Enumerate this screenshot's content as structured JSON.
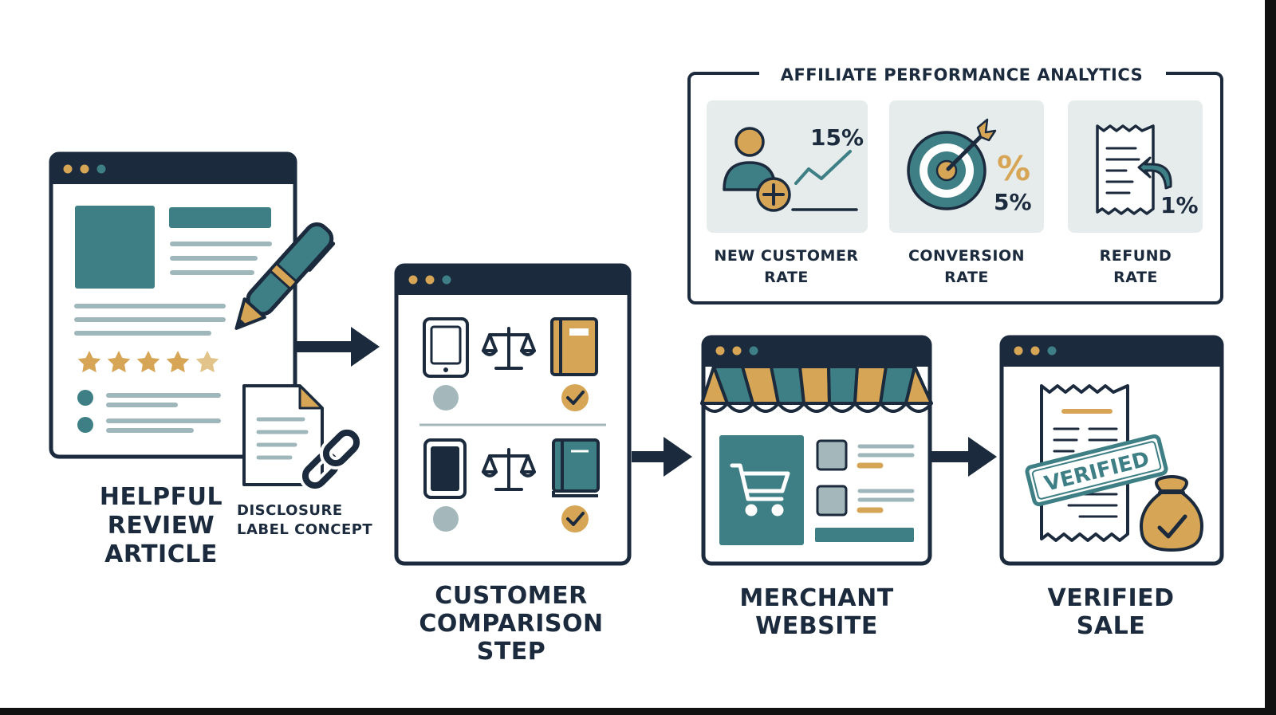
{
  "analytics": {
    "title": "AFFILIATE PERFORMANCE ANALYTICS",
    "metrics": [
      {
        "line1": "NEW CUSTOMER",
        "line2": "RATE",
        "value": "15%"
      },
      {
        "line1": "CONVERSION",
        "line2": "RATE",
        "value": "5%",
        "symbol": "%"
      },
      {
        "line1": "REFUND",
        "line2": "RATE",
        "value": "1%"
      }
    ]
  },
  "steps": {
    "review": {
      "line1": "HELPFUL",
      "line2": "REVIEW",
      "line3": "ARTICLE"
    },
    "disclosure": {
      "line1": "DISCLOSURE",
      "line2": "LABEL CONCEPT"
    },
    "comparison": {
      "line1": "CUSTOMER",
      "line2": "COMPARISON",
      "line3": "STEP"
    },
    "merchant": {
      "line1": "MERCHANT",
      "line2": "WEBSITE"
    },
    "sale": {
      "line1": "VERIFIED",
      "line2": "SALE",
      "stamp": "VERIFIED"
    }
  },
  "colors": {
    "navy": "#1b2a3d",
    "teal": "#3e7f85",
    "gold": "#d6a555",
    "light": "#e6eceb"
  }
}
